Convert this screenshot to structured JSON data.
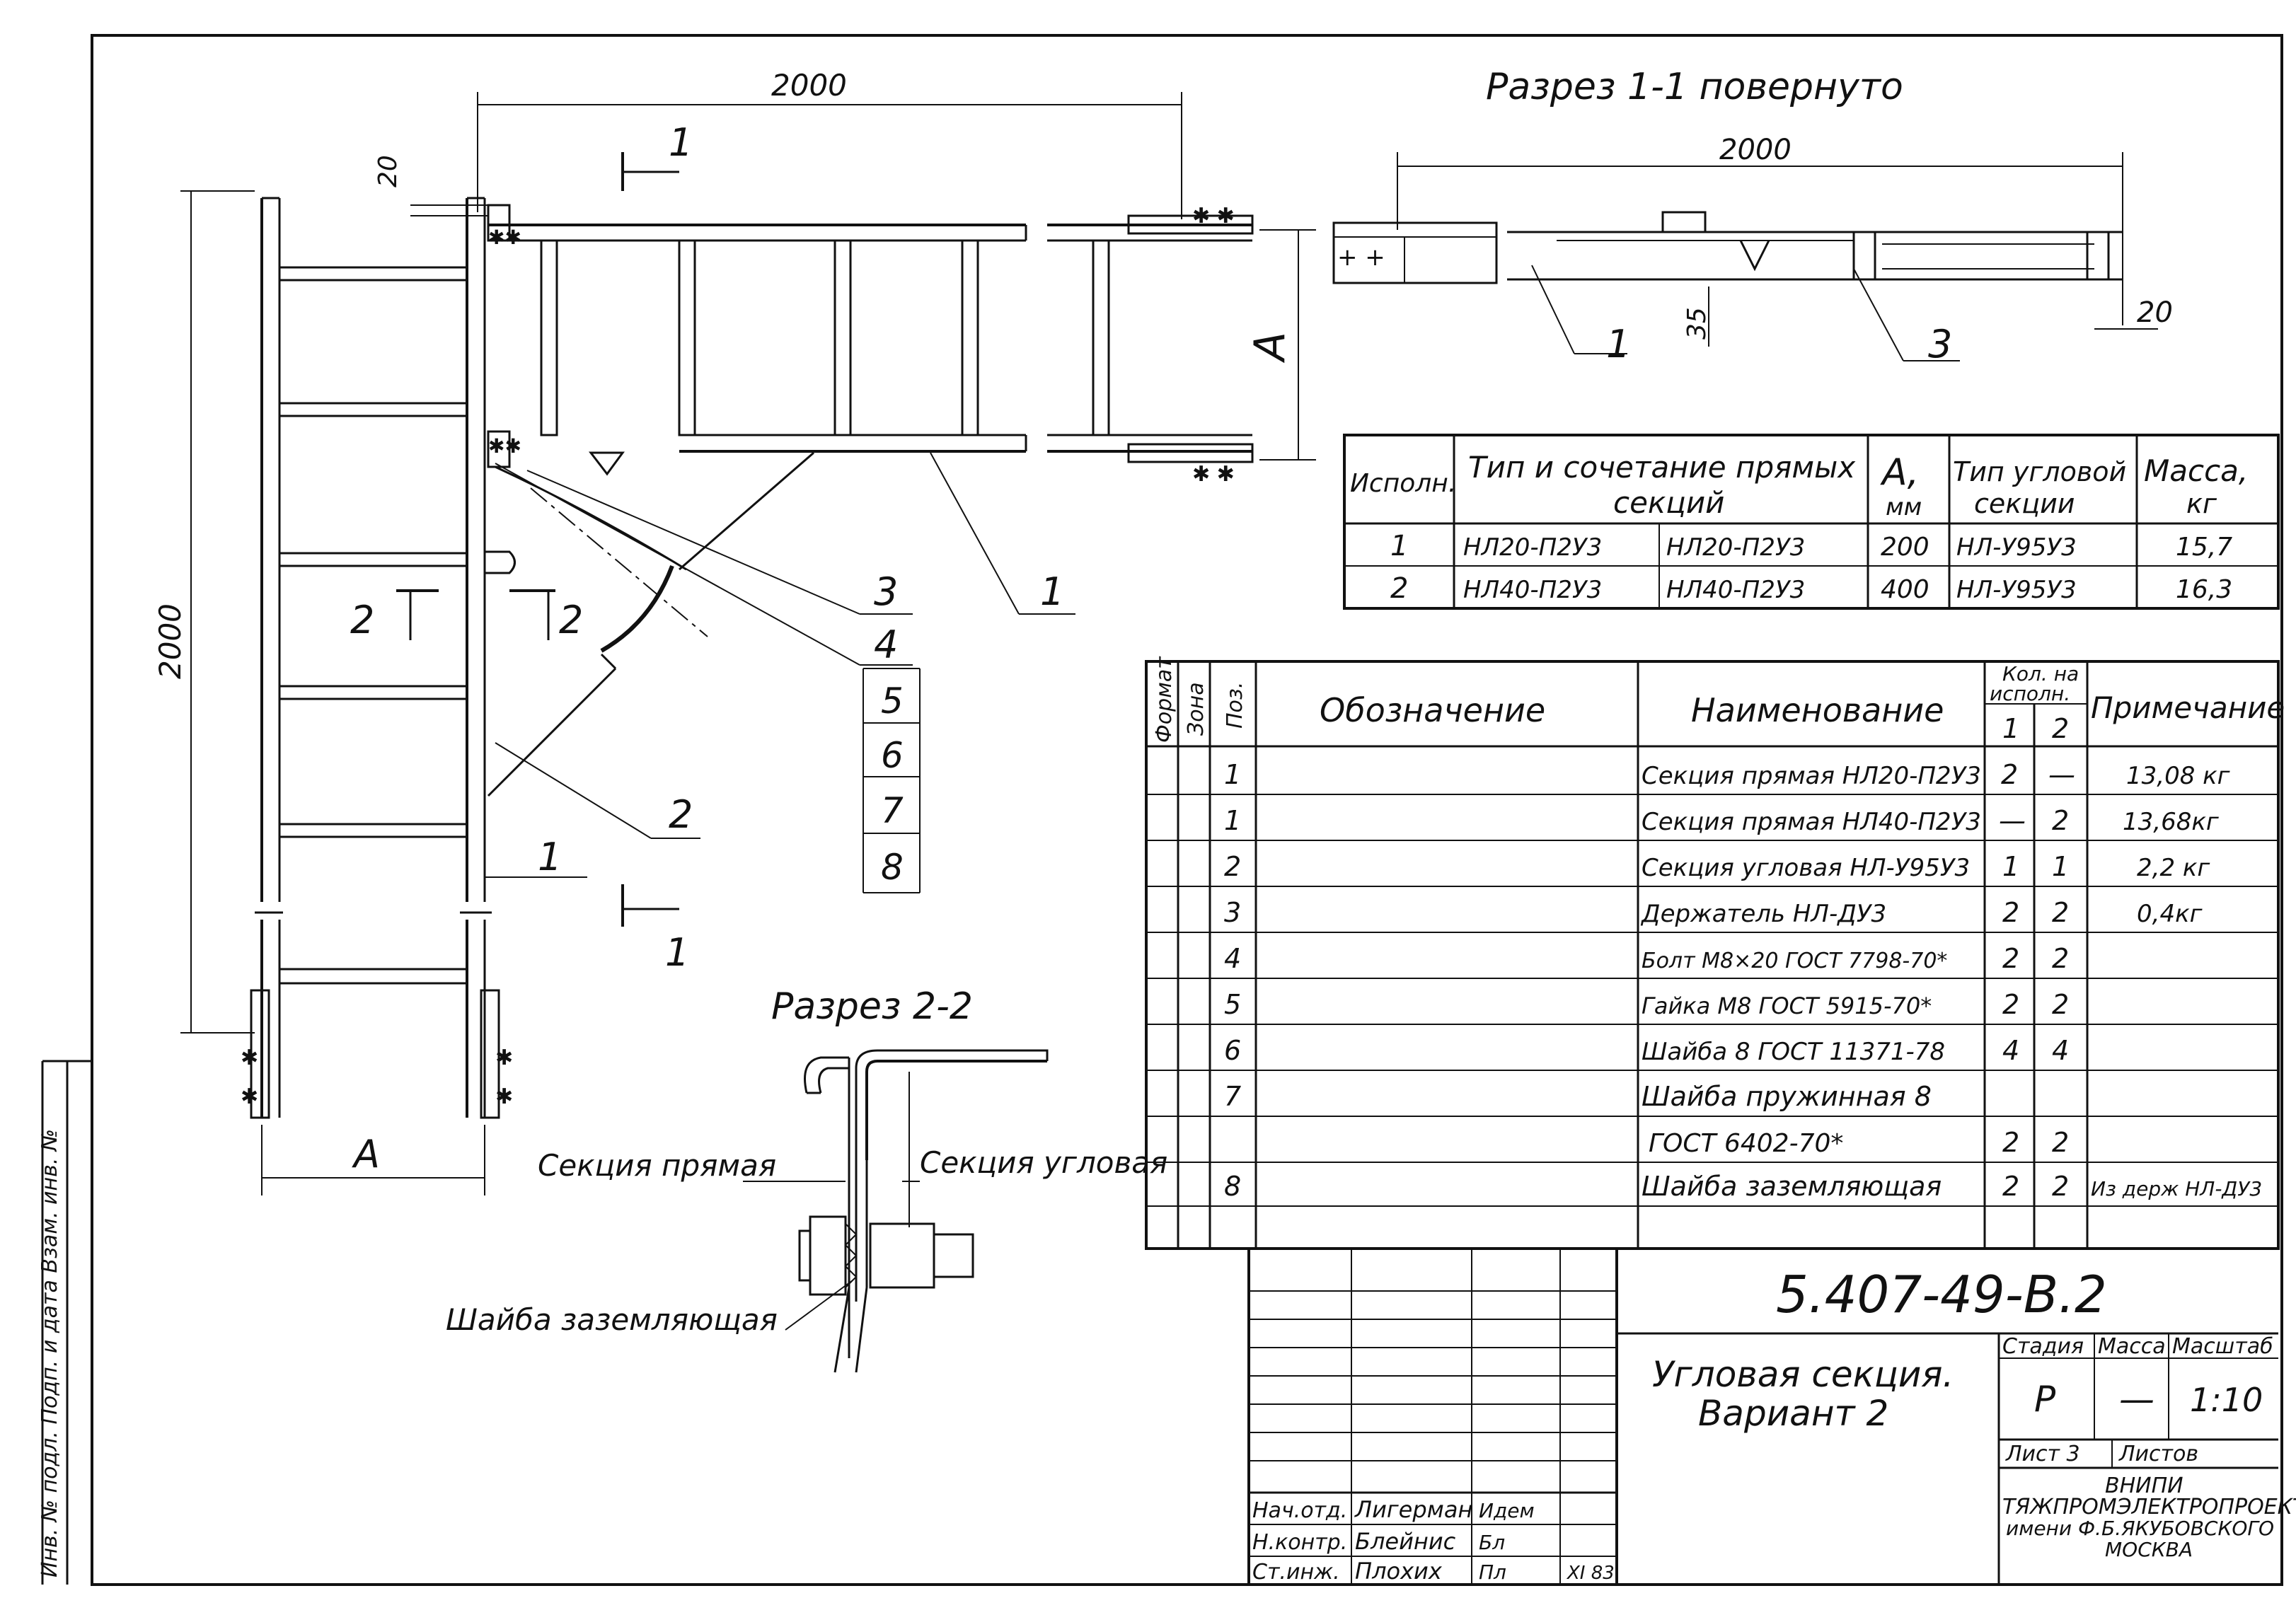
{
  "drawing": {
    "top_dim": "2000",
    "dim_20_top": "20",
    "dim_left_2000": "2000",
    "dim_a_right": "A",
    "dim_a_bottom": "A",
    "cut1_top_label": "1",
    "cut1_bottom_label": "1",
    "cut2_left_label": "2",
    "cut2_right_label": "2",
    "callouts": [
      "3",
      "4",
      "5",
      "6",
      "7",
      "8",
      "1",
      "2",
      "1"
    ],
    "left_edge_text": "Инв. № подл.   Подп. и дата   Взам. инв. №"
  },
  "section11": {
    "title": "Разрез 1-1 повернуто",
    "dim_2000": "2000",
    "dim_35": "35",
    "dim_20": "20",
    "callout_1": "1",
    "callout_3": "3"
  },
  "section22": {
    "title": "Разрез 2-2",
    "label_straight": "Секция прямая",
    "label_corner": "Секция угловая",
    "label_washer": "Шайба заземляющая"
  },
  "variants_table": {
    "headers": [
      "Исполн.",
      "Тип и сочетание прямых секций",
      "А, мм",
      "Тип угловой секции",
      "Масса, кг"
    ],
    "header_a_line1": "А,",
    "header_a_line2": "мм",
    "header_type_line1": "Тип и сочетание прямых",
    "header_type_line2": "секций",
    "header_corner_line1": "Тип угловой",
    "header_corner_line2": "секции",
    "header_mass_line1": "Масса,",
    "header_mass_line2": "кг",
    "rows": [
      {
        "isp": "1",
        "s1": "НЛ20-П2У3",
        "s2": "НЛ20-П2У3",
        "a": "200",
        "corner": "НЛ-У95У3",
        "mass": "15,7"
      },
      {
        "isp": "2",
        "s1": "НЛ40-П2У3",
        "s2": "НЛ40-П2У3",
        "a": "400",
        "corner": "НЛ-У95У3",
        "mass": "16,3"
      }
    ]
  },
  "spec_table": {
    "h_format": "Формат",
    "h_zone": "Зона",
    "h_pos": "Поз.",
    "h_designation": "Обозначение",
    "h_name": "Наименование",
    "h_qty_line1": "Кол. на",
    "h_qty_line2": "исполн.",
    "h_qty_1": "1",
    "h_qty_2": "2",
    "h_note": "Примечание",
    "rows": [
      {
        "pos": "1",
        "name": "Секция прямая НЛ20-П2У3",
        "q1": "2",
        "q2": "—",
        "note": "13,08 кг"
      },
      {
        "pos": "1",
        "name": "Секция прямая НЛ40-П2У3",
        "q1": "—",
        "q2": "2",
        "note": "13,68кг"
      },
      {
        "pos": "2",
        "name": "Секция угловая НЛ-У95У3",
        "q1": "1",
        "q2": "1",
        "note": "2,2 кг"
      },
      {
        "pos": "3",
        "name": "Держатель НЛ-ДУ3",
        "q1": "2",
        "q2": "2",
        "note": "0,4кг"
      },
      {
        "pos": "4",
        "name": "Болт М8×20 ГОСТ 7798-70*",
        "q1": "2",
        "q2": "2",
        "note": ""
      },
      {
        "pos": "5",
        "name": "Гайка М8 ГОСТ 5915-70*",
        "q1": "2",
        "q2": "2",
        "note": ""
      },
      {
        "pos": "6",
        "name": "Шайба 8 ГОСТ 11371-78",
        "q1": "4",
        "q2": "4",
        "note": ""
      },
      {
        "pos": "7",
        "name": "Шайба пружинная 8",
        "q1": "",
        "q2": "",
        "note": ""
      },
      {
        "pos": "",
        "name": "ГОСТ 6402-70*",
        "q1": "2",
        "q2": "2",
        "note": ""
      },
      {
        "pos": "8",
        "name": "Шайба заземляющая",
        "q1": "2",
        "q2": "2",
        "note": "Из держ НЛ-ДУ3"
      },
      {
        "pos": "",
        "name": "",
        "q1": "",
        "q2": "",
        "note": ""
      }
    ]
  },
  "title_block": {
    "code": "5.407-49-В.2",
    "title_line1": "Угловая секция.",
    "title_line2": "Вариант 2",
    "h_stage": "Стадия",
    "h_mass": "Масса",
    "h_scale": "Масштаб",
    "stage": "Р",
    "mass": "—",
    "scale": "1:10",
    "sheet_label": "Лист 3",
    "sheets_label": "Листов",
    "org_line1": "ВНИПИ",
    "org_line2": "ТЯЖПРОМЭЛЕКТРОПРОЕКТ",
    "org_line3": "имени Ф.Б.ЯКУБОВСКОГО",
    "org_line4": "МОСКВА",
    "sign_rows": [
      {
        "role": "Нач.отд.",
        "name": "Лигерман",
        "sign": "Идем",
        "date": ""
      },
      {
        "role": "Н.контр.",
        "name": "Блейнис",
        "sign": "Бл",
        "date": ""
      },
      {
        "role": "Ст.инж.",
        "name": "Плохих",
        "sign": "Пл",
        "date": "XI 83."
      }
    ]
  }
}
